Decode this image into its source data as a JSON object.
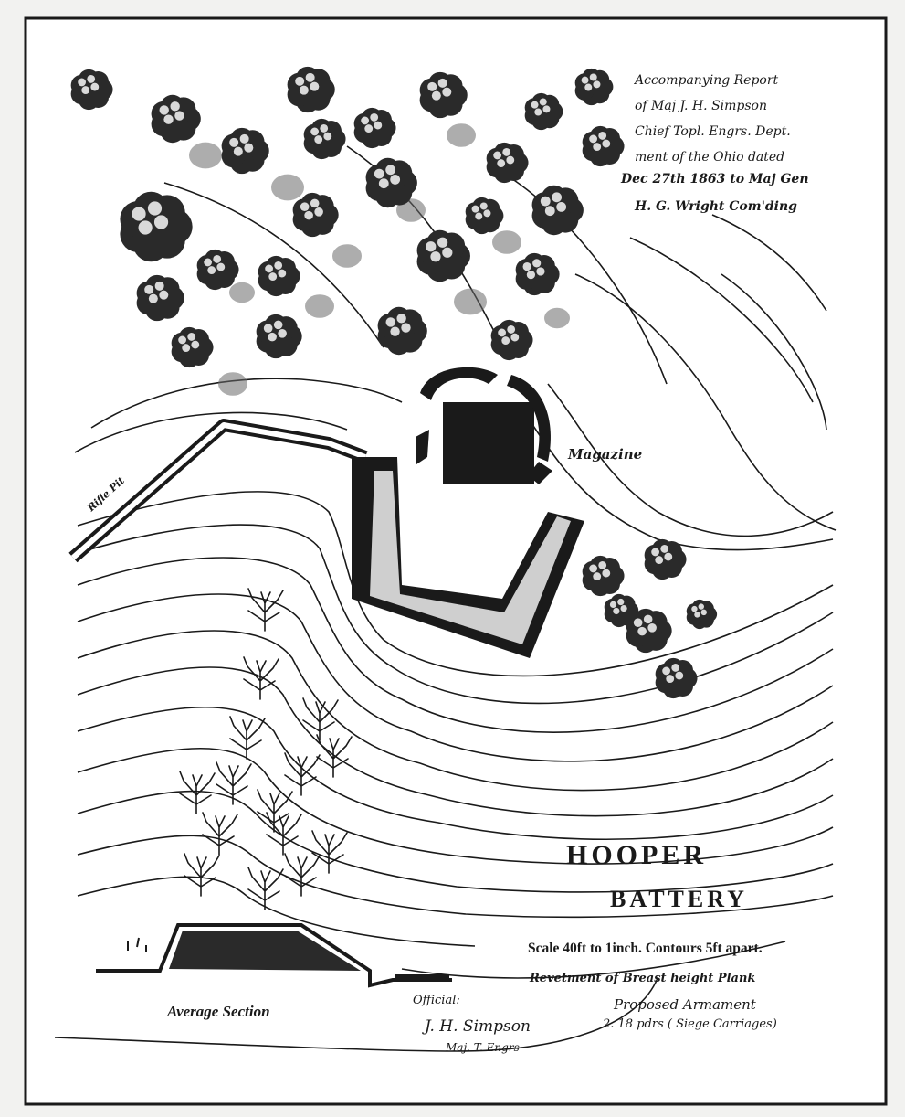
{
  "report_note": [
    "Accompanying Report",
    "of Maj J. H. Simpson",
    "Chief Topl. Engrs. Dept.",
    "ment of the Ohio dated",
    "Dec 27th 1863 to Maj Gen",
    "H. G. Wright Com'ding"
  ],
  "labels": {
    "rifle_pit": "Rifle Pit",
    "magazine": "Magazine",
    "section": "Average Section"
  },
  "title": {
    "line1": "HOOPER",
    "line2": "BATTERY"
  },
  "scale": "Scale 40ft to 1inch. Contours 5ft apart.",
  "revetment": "Revetment of Breast height Plank",
  "armament": {
    "heading": "Proposed Armament",
    "line": "2. 18 pdrs ( Siege Carriages)"
  },
  "official": {
    "prefix": "Official:",
    "signature": "J. H. Simpson",
    "rank": "Maj. T. Engrs"
  },
  "colors": {
    "ink": "#1a1a1a",
    "paper": "#ffffff",
    "background": "#f2f2f0",
    "parapet_fill": "#cfcfcf"
  }
}
